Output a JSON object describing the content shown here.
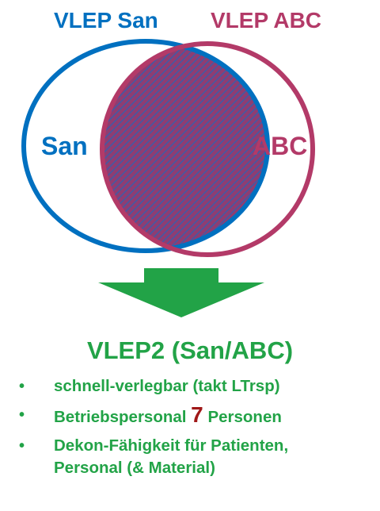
{
  "colors": {
    "san_blue": "#0070c0",
    "abc_red": "#b33a68",
    "green": "#22a347",
    "number_red": "#a01818"
  },
  "venn": {
    "left_title": "VLEP San",
    "right_title": "VLEP ABC",
    "left_label": "San",
    "right_label": "ABC"
  },
  "result": {
    "title": "VLEP2 (San/ABC)",
    "bullets": [
      {
        "text": "schnell-verlegbar (takt LTrsp)"
      },
      {
        "prefix": "Betriebspersonal ",
        "number": "7",
        "suffix": " Personen"
      },
      {
        "line1": "Dekon-Fähigkeit für Patienten,",
        "line2": "Personal (& Material)"
      }
    ],
    "bullet_symbol": "•"
  }
}
